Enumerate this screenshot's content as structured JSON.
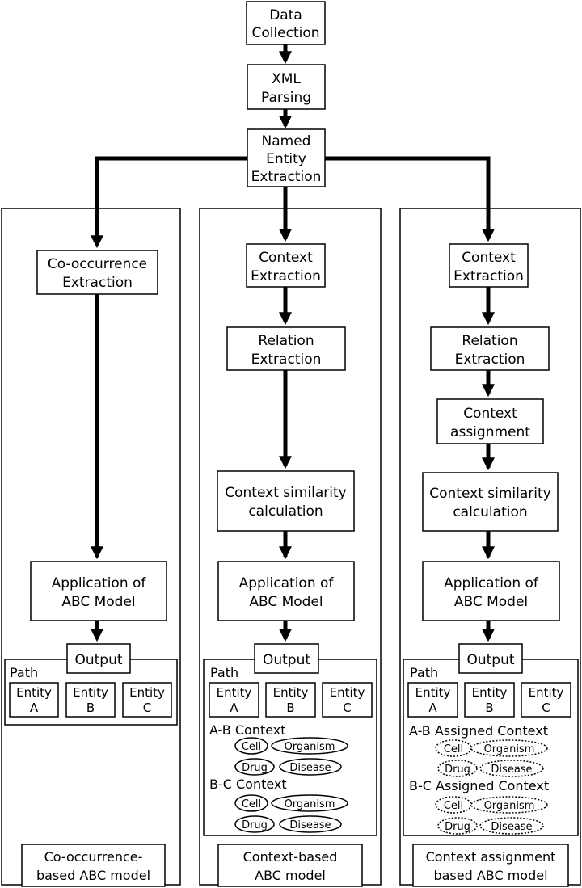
{
  "top_steps": {
    "data_collection": [
      "Data",
      "Collection"
    ],
    "xml_parsing": [
      "XML",
      "Parsing"
    ],
    "named_entity_extraction": [
      "Named",
      "Entity",
      "Extraction"
    ]
  },
  "left": {
    "cooccurrence_extraction": [
      "Co-occurrence",
      "Extraction"
    ],
    "application": [
      "Application of",
      "ABC Model"
    ],
    "output": "Output",
    "path_label": "Path",
    "entities": [
      [
        "Entity",
        "A"
      ],
      [
        "Entity",
        "B"
      ],
      [
        "Entity",
        "C"
      ]
    ],
    "model_label": [
      "Co-occurrence-",
      "based ABC model"
    ]
  },
  "middle": {
    "context_extraction": [
      "Context",
      "Extraction"
    ],
    "relation_extraction": [
      "Relation",
      "Extraction"
    ],
    "similarity": [
      "Context similarity",
      "calculation"
    ],
    "application": [
      "Application of",
      "ABC Model"
    ],
    "output": "Output",
    "path_label": "Path",
    "entities": [
      [
        "Entity",
        "A"
      ],
      [
        "Entity",
        "B"
      ],
      [
        "Entity",
        "C"
      ]
    ],
    "ab_context": "A-B Context",
    "bc_context": "B-C Context",
    "ab_terms": [
      "Cell",
      "Organism",
      "Drug",
      "Disease"
    ],
    "bc_terms": [
      "Cell",
      "Organism",
      "Drug",
      "Disease"
    ],
    "model_label": [
      "Context-based",
      "ABC model"
    ]
  },
  "right": {
    "context_extraction": [
      "Context",
      "Extraction"
    ],
    "relation_extraction": [
      "Relation",
      "Extraction"
    ],
    "context_assignment": [
      "Context",
      "assignment"
    ],
    "similarity": [
      "Context similarity",
      "calculation"
    ],
    "application": [
      "Application of",
      "ABC Model"
    ],
    "output": "Output",
    "path_label": "Path",
    "entities": [
      [
        "Entity",
        "A"
      ],
      [
        "Entity",
        "B"
      ],
      [
        "Entity",
        "C"
      ]
    ],
    "ab_context": "A-B Assigned Context",
    "bc_context": "B-C Assigned Context",
    "ab_terms": [
      "Cell",
      "Organism",
      "Drug",
      "Disease"
    ],
    "bc_terms": [
      "Cell",
      "Organism",
      "Drug",
      "Disease"
    ],
    "model_label": [
      "Context assignment",
      "based ABC model"
    ]
  }
}
